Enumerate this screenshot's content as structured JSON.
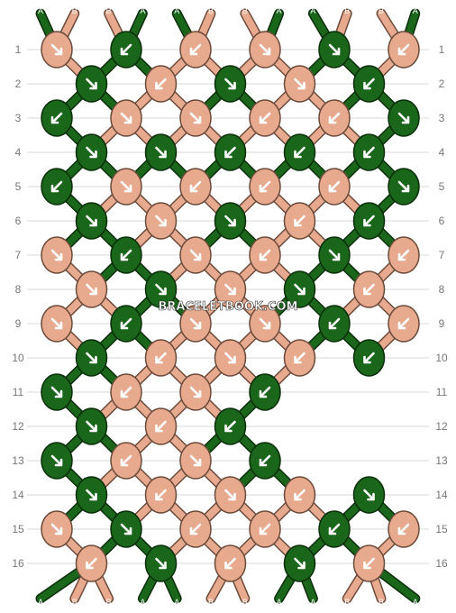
{
  "pattern": {
    "colors": {
      "A": "#1a661a",
      "B": "#e8aa8e"
    },
    "top_threads": [
      "A",
      "B",
      "B",
      "A",
      "A",
      "B",
      "B",
      "A",
      "A",
      "B",
      "B",
      "A"
    ],
    "bottom_threads": [
      "A",
      "B",
      "B",
      "A",
      "A",
      "B",
      "B",
      "A",
      "A",
      "B",
      "B",
      "A"
    ],
    "row_numbers": [
      "1",
      "2",
      "3",
      "4",
      "5",
      "6",
      "7",
      "8",
      "9",
      "10",
      "11",
      "12",
      "13",
      "14",
      "15",
      "16"
    ],
    "watermark": "BRACELETBOOK.COM",
    "knots": [
      [
        "B",
        "A",
        "B",
        "B",
        "A",
        "B"
      ],
      [
        "A",
        "B",
        "A",
        "B",
        "A"
      ],
      [
        "A",
        "B",
        "B",
        "B",
        "B",
        "A"
      ],
      [
        "A",
        "A",
        "A",
        "A",
        "A"
      ],
      [
        "A",
        "B",
        "B",
        "B",
        "B",
        "A"
      ],
      [
        "A",
        "B",
        "A",
        "B",
        "A"
      ],
      [
        "B",
        "A",
        "B",
        "B",
        "A",
        "B"
      ],
      [
        "B",
        "A",
        "B",
        "A",
        "B"
      ],
      [
        "B",
        "A",
        "B",
        "B",
        "A",
        "B"
      ],
      [
        "A",
        "B",
        "B",
        "B",
        "A"
      ],
      [
        "A",
        "B",
        "B",
        "A"
      ],
      [
        "A",
        "B",
        "A"
      ],
      [
        "A",
        "B",
        "B",
        "A"
      ],
      [
        "A",
        "B",
        "B",
        "B",
        "A"
      ],
      [
        "B",
        "A",
        "B",
        "B",
        "A",
        "B"
      ],
      [
        "B",
        "A",
        "B",
        "A",
        "B"
      ]
    ],
    "arrows": [
      [
        "se",
        "sw",
        "sw",
        "se",
        "se",
        "sw"
      ],
      [
        "se",
        "sw",
        "se",
        "se",
        "sw"
      ],
      [
        "sw",
        "se",
        "se",
        "sw",
        "sw",
        "se"
      ],
      [
        "se",
        "se",
        "sw",
        "sw",
        "sw"
      ],
      [
        "sw",
        "se",
        "sw",
        "sw",
        "sw",
        "se"
      ],
      [
        "se",
        "se",
        "se",
        "sw",
        "sw"
      ],
      [
        "se",
        "sw",
        "se",
        "sw",
        "se",
        "sw"
      ],
      [
        "se",
        "se",
        "se",
        "se",
        "sw"
      ],
      [
        "se",
        "sw",
        "se",
        "se",
        "sw",
        "sw"
      ],
      [
        "se",
        "sw",
        "se",
        "sw",
        "sw"
      ],
      [
        "se",
        "sw",
        "se",
        "sw"
      ],
      [
        "se",
        "sw",
        "sw"
      ],
      [
        "se",
        "sw",
        "se",
        "sw"
      ],
      [
        "se",
        "sw",
        "se",
        "sw",
        "se"
      ],
      [
        "se",
        "se",
        "sw",
        "sw",
        "sw",
        "sw"
      ],
      [
        "sw",
        "se",
        "sw",
        "se",
        "sw"
      ]
    ]
  }
}
